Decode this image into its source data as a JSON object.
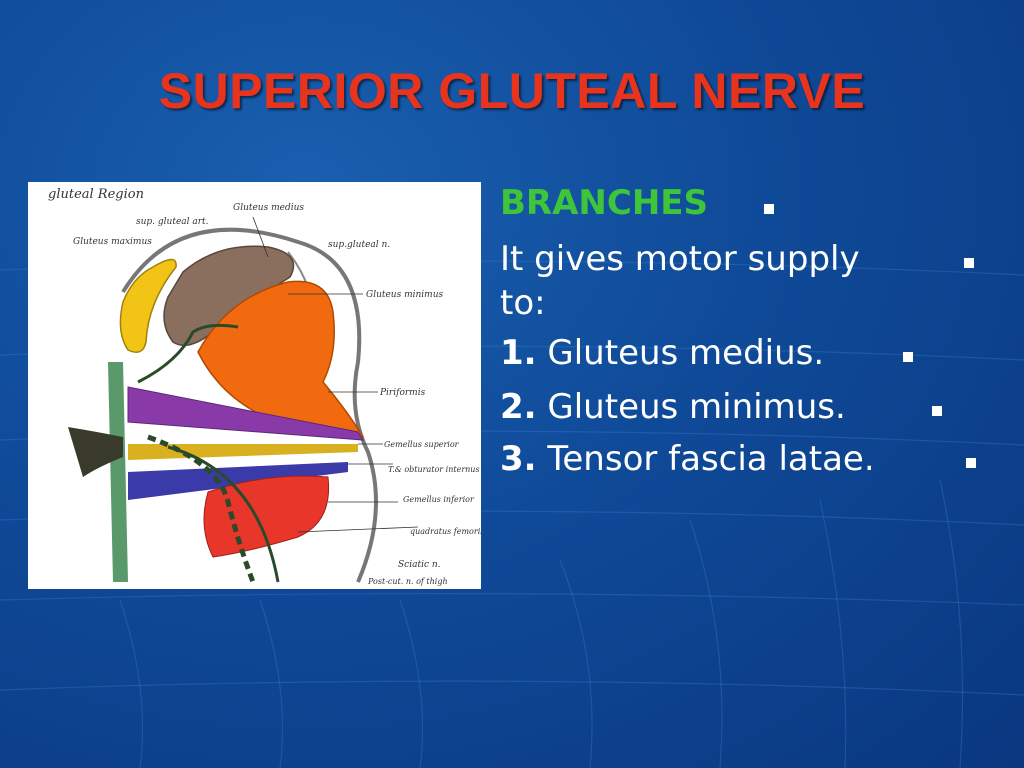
{
  "slide": {
    "title": "SUPERIOR GLUTEAL NERVE"
  },
  "diagram": {
    "labels": {
      "region": "gluteal Region",
      "gluteus_medius": "Gluteus medius",
      "sup_gluteal_art": "sup. gluteal art.",
      "gluteus_maximus": "Gluteus maximus",
      "sup_gluteal_n": "sup.gluteal n.",
      "gluteus_minimus": "Gluteus minimus",
      "piriformis": "Piriformis",
      "gemellus_superior": "Gemellus superior",
      "obturator_internus": "T.& obturator internus",
      "gemellus_inferior": "Gemellus inferior",
      "quadratus_femoris": "quadratus femoris",
      "sciatic": "Sciatic n.",
      "post_cut": "Post-cut. n. of thigh"
    },
    "colors": {
      "gluteus_maximus": "#f2c416",
      "gluteus_medius": "#8a6e5e",
      "gluteus_minimus": "#f26a10",
      "piriformis": "#8a3aa8",
      "gemellus": "#d8b020",
      "obturator": "#3a3aa8",
      "quadratus": "#e8362a",
      "nerve": "#2a4a2a"
    }
  },
  "content": {
    "heading": "BRANCHES",
    "line1a": "It gives motor supply",
    "line1b": "to:",
    "items": [
      {
        "num": "1.",
        "text": "Gluteus medius."
      },
      {
        "num": "2.",
        "text": "Gluteus minimus."
      },
      {
        "num": "3.",
        "text": "Tensor fascia latae."
      }
    ]
  },
  "colors": {
    "title": "#e8341c",
    "heading": "#3fc53a",
    "body_text": "#ffffff",
    "background": "#0f4a98"
  }
}
